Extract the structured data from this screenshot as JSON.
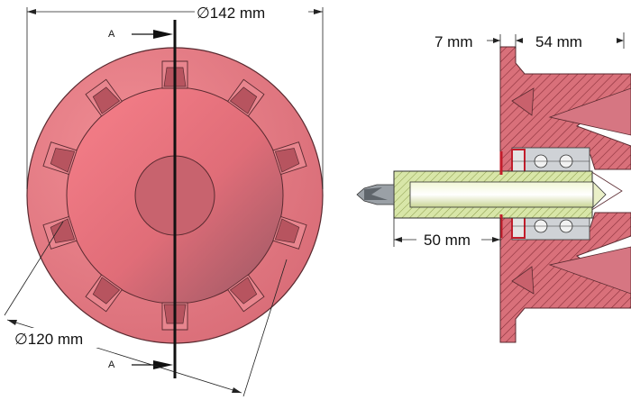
{
  "front_view": {
    "outer_diameter_label": "∅142 mm",
    "inner_diameter_label": "∅120 mm",
    "section_marker_top": "A",
    "section_marker_bottom": "A",
    "pocket_count": 10
  },
  "section_view": {
    "dim_flange_thickness": "7 mm",
    "dim_body_depth": "54 mm",
    "dim_shaft_length": "50 mm"
  },
  "colors": {
    "body": "#d9707a",
    "body_dark": "#c85e69",
    "outline": "#5a2a30",
    "hatch": "#8a2f3a",
    "shaft": "#d8e6a8",
    "bearing": "#cfd2d6"
  }
}
